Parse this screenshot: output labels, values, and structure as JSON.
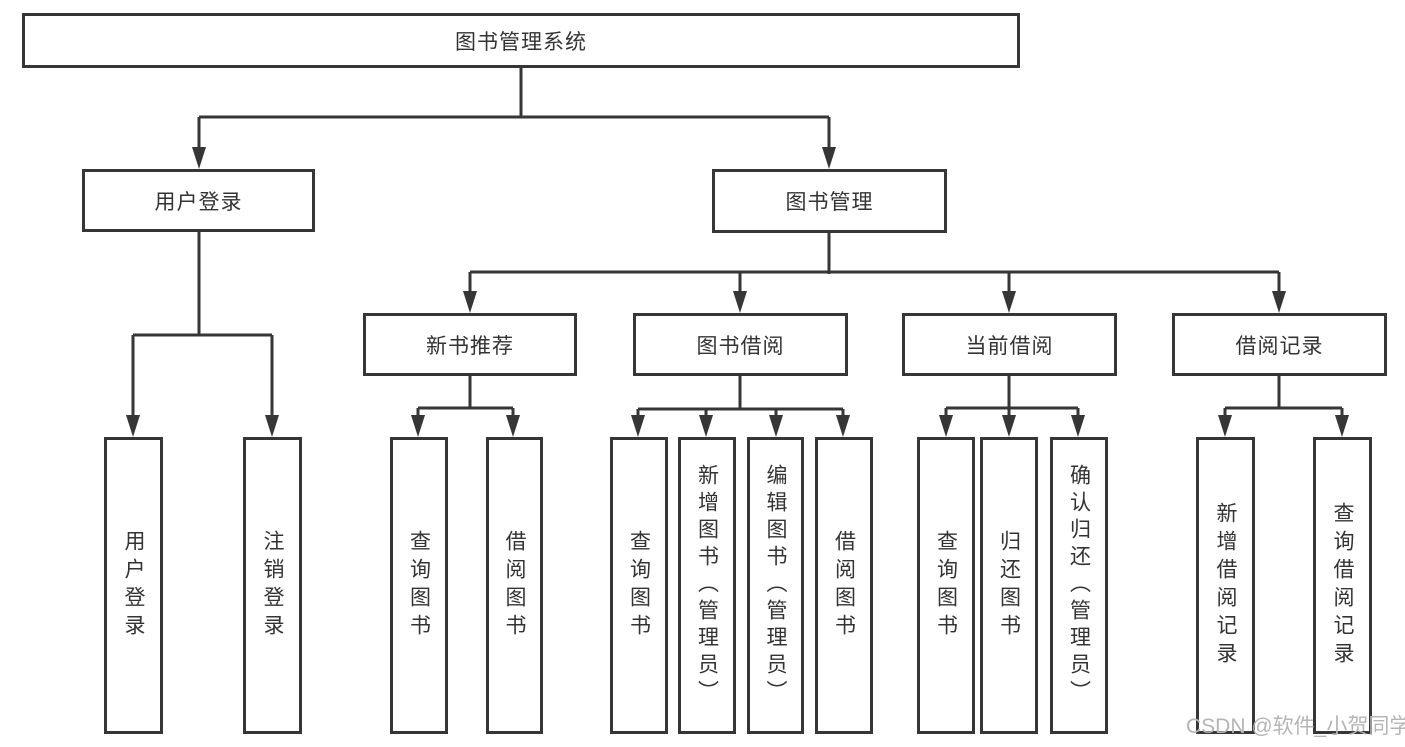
{
  "colors": {
    "line": "#363636",
    "text": "#333333",
    "watermark": "#b5b5b5",
    "background": "#ffffff"
  },
  "watermark": "CSDN @软件_小贺同学",
  "diagram": {
    "root": {
      "label": "图书管理系统"
    },
    "branches": [
      {
        "label": "用户登录",
        "children": [
          {
            "label": "用户登录"
          },
          {
            "label": "注销登录"
          }
        ]
      },
      {
        "label": "图书管理",
        "children": [
          {
            "label": "新书推荐",
            "children": [
              {
                "label": "查询图书"
              },
              {
                "label": "借阅图书"
              }
            ]
          },
          {
            "label": "图书借阅",
            "children": [
              {
                "label": "查询图书"
              },
              {
                "label": "新增图书（管理员）"
              },
              {
                "label": "编辑图书（管理员）"
              },
              {
                "label": "借阅图书"
              }
            ]
          },
          {
            "label": "当前借阅",
            "children": [
              {
                "label": "查询图书"
              },
              {
                "label": "归还图书"
              },
              {
                "label": "确认归还（管理员）"
              }
            ]
          },
          {
            "label": "借阅记录",
            "children": [
              {
                "label": "新增借阅记录"
              },
              {
                "label": "查询借阅记录"
              }
            ]
          }
        ]
      }
    ]
  }
}
